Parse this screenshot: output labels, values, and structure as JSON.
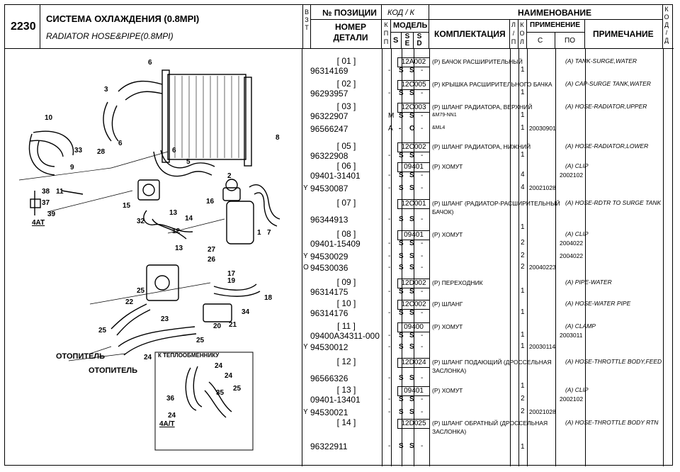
{
  "header": {
    "section_code": "2230",
    "title_ru": "СИСТЕМА ОХЛАЖДЕНИЯ (0.8MPI)",
    "title_en": "RADIATOR HOSE&PIPE(0.8MPI)",
    "col_vzt": [
      "В",
      "З",
      "Т"
    ],
    "col_position": "№ ПОЗИЦИИ",
    "col_part_number": "НОМЕР ДЕТАЛИ",
    "col_code": "КОД / К",
    "col_kpp": [
      "К",
      "П",
      "П"
    ],
    "col_model": "МОДЕЛЬ",
    "col_model_sub": [
      "S",
      "S\nE",
      "S\nD"
    ],
    "col_name": "НАИМЕНОВАНИЕ",
    "col_complectation": "КОМПЛЕКТАЦИЯ",
    "col_lp": [
      "Л",
      "/",
      "П"
    ],
    "col_kol": [
      "К",
      "О",
      "Л"
    ],
    "col_usage": "ПРИМЕНЕНИЕ",
    "col_usage_from": "С",
    "col_usage_to": "ПО",
    "col_note": "ПРИМЕЧАНИЕ",
    "col_kod_right": [
      "К",
      "О",
      "Д",
      "/",
      "Д"
    ]
  },
  "diagram": {
    "callouts": [
      "6",
      "3",
      "10",
      "33",
      "28",
      "6",
      "9",
      "6",
      "5",
      "2",
      "8",
      "1",
      "7",
      "38",
      "37",
      "39",
      "11",
      "4AT",
      "16",
      "13",
      "15",
      "32",
      "14",
      "12",
      "27",
      "26",
      "13",
      "17",
      "19",
      "18",
      "25",
      "22",
      "34",
      "23",
      "20",
      "21",
      "25",
      "24",
      "25",
      "24",
      "24",
      "36",
      "35",
      "25",
      "24",
      "4A/T"
    ],
    "labels": {
      "heater_1": "ОТОПИТЕЛЬ",
      "heater_2": "ОТОПИТЕЛЬ",
      "heat_exchanger": "К ТЕПЛООБМЕННИКУ"
    }
  },
  "rows": [
    {
      "ref": "[ 01 ]",
      "pn": "96314169",
      "y": "",
      "kpp": "-",
      "s": "S",
      "se": "S",
      "sd": "-",
      "code": "12A002",
      "ru": "(P) БАЧОК РАСШИРИТЕЛЬНЫЙ",
      "en": "(A) TANK-SURGE,WATER",
      "qty": "1",
      "from": "",
      "to": "",
      "note": ""
    },
    {
      "ref": "[ 02 ]",
      "pn": "96293957",
      "y": "",
      "kpp": "-",
      "s": "S",
      "se": "S",
      "sd": "-",
      "code": "12C005",
      "ru": "(P) КРЫШКА РАСШИРИТЕЛЬНОГО БАЧКА",
      "en": "(A) CAP-SURGE TANK,WATER",
      "qty": "1",
      "from": "",
      "to": "",
      "note": ""
    },
    {
      "ref": "[ 03 ]",
      "pn": "96322907",
      "y": "",
      "kpp": "M",
      "s": "S",
      "se": "S",
      "sd": "-",
      "code": "12C003",
      "ru": "(P) ШЛАНГ РАДИАТОРА, ВЕРХНИЙ",
      "en": "(A) HOSE-RADIATOR,UPPER",
      "qty": "1",
      "from": "",
      "to": "",
      "note": "&M79-NN1"
    },
    {
      "ref": "",
      "pn": "96566247",
      "y": "",
      "kpp": "A",
      "s": "-",
      "se": "O",
      "sd": "-",
      "code": "",
      "ru": "",
      "en": "",
      "qty": "1",
      "from": "20030901",
      "to": "",
      "note": "&ML4"
    },
    {
      "ref": "[ 05 ]",
      "pn": "96322908",
      "y": "",
      "kpp": "-",
      "s": "S",
      "se": "S",
      "sd": "-",
      "code": "12C002",
      "ru": "(P) ШЛАНГ РАДИАТОРА, НИЖНИЙ",
      "en": "(A) HOSE-RADIATOR,LOWER",
      "qty": "1",
      "from": "",
      "to": "",
      "note": ""
    },
    {
      "ref": "[ 06 ]",
      "pn": "09401-31401",
      "y": "",
      "kpp": "-",
      "s": "S",
      "se": "S",
      "sd": "-",
      "code": "09401",
      "ru": "(P) ХОМУТ",
      "en": "(A) CLIP",
      "qty": "4",
      "from": "",
      "to": "2002102",
      "note": ""
    },
    {
      "ref": "",
      "pn": "94530087",
      "y": "Y",
      "kpp": "-",
      "s": "S",
      "se": "S",
      "sd": "-",
      "code": "",
      "ru": "",
      "en": "",
      "qty": "4",
      "from": "20021028",
      "to": "",
      "note": ""
    },
    {
      "ref": "[ 07 ]",
      "pn": "96344913",
      "y": "",
      "kpp": "-",
      "s": "S",
      "se": "S",
      "sd": "-",
      "code": "12C001",
      "ru": "(P) ШЛАНГ (РАДИАТОР-РАСШИРИТЕЛЬНЫЙ БАЧОК)",
      "en": "(A) HOSE-RDTR TO SURGE TANK",
      "qty": "1",
      "from": "",
      "to": "",
      "note": ""
    },
    {
      "ref": "[ 08 ]",
      "pn": "09401-15409",
      "y": "",
      "kpp": "-",
      "s": "S",
      "se": "S",
      "sd": "-",
      "code": "09401",
      "ru": "(P) ХОМУТ",
      "en": "(A) CLIP",
      "qty": "2",
      "from": "",
      "to": "2004022",
      "note": ""
    },
    {
      "ref": "",
      "pn": "94530029",
      "y": "Y",
      "kpp": "-",
      "s": "S",
      "se": "S",
      "sd": "-",
      "code": "",
      "ru": "",
      "en": "",
      "qty": "2",
      "from": "",
      "to": "2004022",
      "note": ""
    },
    {
      "ref": "",
      "pn": "94530036",
      "y": "O",
      "kpp": "-",
      "s": "S",
      "se": "S",
      "sd": "-",
      "code": "",
      "ru": "",
      "en": "",
      "qty": "2",
      "from": "20040223",
      "to": "",
      "note": ""
    },
    {
      "ref": "[ 09 ]",
      "pn": "96314175",
      "y": "",
      "kpp": "-",
      "s": "S",
      "se": "S",
      "sd": "-",
      "code": "12D002",
      "ru": "(P) ПЕРЕХОДНИК",
      "en": "(A) PIPE-WATER",
      "qty": "1",
      "from": "",
      "to": "",
      "note": ""
    },
    {
      "ref": "[ 10 ]",
      "pn": "96314176",
      "y": "",
      "kpp": "-",
      "s": "S",
      "se": "S",
      "sd": "-",
      "code": "12C002",
      "ru": "(P) ШЛАНГ",
      "en": "(A) HOSE-WATER PIPE",
      "qty": "1",
      "from": "",
      "to": "",
      "note": ""
    },
    {
      "ref": "[ 11 ]",
      "pn": "09400A34311-000",
      "y": "",
      "kpp": "-",
      "s": "S",
      "se": "S",
      "sd": "-",
      "code": "09400",
      "ru": "(P) ХОМУТ",
      "en": "(A) CLAMP",
      "qty": "1",
      "from": "",
      "to": "2003011",
      "note": ""
    },
    {
      "ref": "",
      "pn": "94530012",
      "y": "Y",
      "kpp": "-",
      "s": "S",
      "se": "S",
      "sd": "-",
      "code": "",
      "ru": "",
      "en": "",
      "qty": "1",
      "from": "20030114",
      "to": "",
      "note": ""
    },
    {
      "ref": "[ 12 ]",
      "pn": "96566326",
      "y": "",
      "kpp": "-",
      "s": "S",
      "se": "S",
      "sd": "-",
      "code": "12D024",
      "ru": "(P) ШЛАНГ ПОДАЮЩИЙ (ДРОССЕЛЬНАЯ ЗАСЛОНКА)",
      "en": "(A) HOSE-THROTTLE BODY,FEED",
      "qty": "1",
      "from": "",
      "to": "",
      "note": ""
    },
    {
      "ref": "[ 13 ]",
      "pn": "09401-13401",
      "y": "",
      "kpp": "-",
      "s": "S",
      "se": "S",
      "sd": "-",
      "code": "09401",
      "ru": "(P) ХОМУТ",
      "en": "(A) CLIP",
      "qty": "2",
      "from": "",
      "to": "2002102",
      "note": ""
    },
    {
      "ref": "",
      "pn": "94530021",
      "y": "Y",
      "kpp": "-",
      "s": "S",
      "se": "S",
      "sd": "-",
      "code": "",
      "ru": "",
      "en": "",
      "qty": "2",
      "from": "20021028",
      "to": "",
      "note": ""
    },
    {
      "ref": "[ 14 ]",
      "pn": "96322911",
      "y": "",
      "kpp": "-",
      "s": "S",
      "se": "S",
      "sd": "-",
      "code": "12D025",
      "ru": "(P) ШЛАНГ ОБРАТНЫЙ (ДРОССЕЛЬНАЯ ЗАСЛОНКА)",
      "en": "(A) HOSE-THROTTLE BODY RTN",
      "qty": "1",
      "from": "",
      "to": "",
      "note": ""
    }
  ]
}
